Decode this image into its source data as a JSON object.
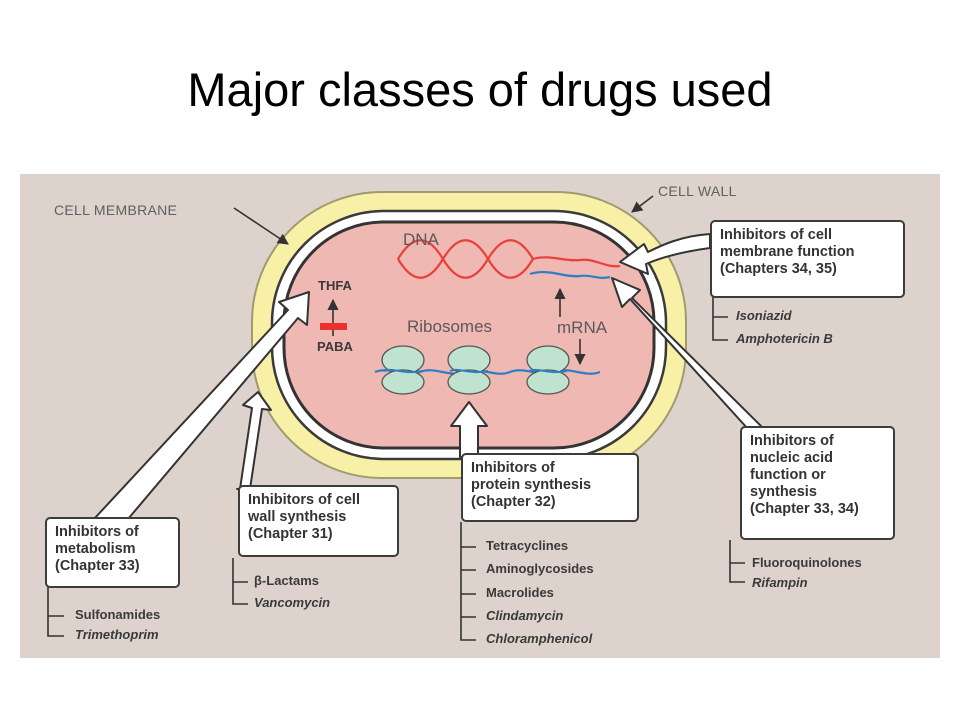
{
  "title": "Major classes of drugs used",
  "labels": {
    "cell_membrane": "CELL MEMBRANE",
    "cell_wall": "CELL WALL",
    "dna": "DNA",
    "thfa": "THFA",
    "paba": "PABA",
    "ribosomes": "Ribosomes",
    "mrna": "mRNA"
  },
  "colors": {
    "background": "#ddd3cc",
    "cell_wall": "#f7f0a6",
    "cytoplasm": "#f0b8b2",
    "dna": "#e8413c",
    "mrna": "#2b7fc4",
    "ribosome": "#bfe3cf",
    "inhibit_bar": "#e8322e"
  },
  "boxes": {
    "metabolism": {
      "lines": [
        "Inhibitors of",
        "metabolism",
        "(Chapter 33)"
      ],
      "drugs": [
        {
          "name": "Sulfonamides",
          "italic": false
        },
        {
          "name": "Trimethoprim",
          "italic": true
        }
      ]
    },
    "cell_wall": {
      "lines": [
        "Inhibitors of cell",
        "wall synthesis",
        "(Chapter 31)"
      ],
      "drugs": [
        {
          "name": "β-Lactams",
          "italic": false
        },
        {
          "name": "Vancomycin",
          "italic": true
        }
      ]
    },
    "protein": {
      "lines": [
        "Inhibitors of",
        "protein synthesis",
        "(Chapter 32)"
      ],
      "drugs": [
        {
          "name": "Tetracyclines",
          "italic": false
        },
        {
          "name": "Aminoglycosides",
          "italic": false
        },
        {
          "name": "Macrolides",
          "italic": false
        },
        {
          "name": "Clindamycin",
          "italic": true
        },
        {
          "name": "Chloramphenicol",
          "italic": true
        }
      ]
    },
    "nucleic": {
      "lines": [
        "Inhibitors of",
        "nucleic acid",
        "function or",
        "synthesis",
        "(Chapter 33, 34)"
      ],
      "drugs": [
        {
          "name": "Fluoroquinolones",
          "italic": false
        },
        {
          "name": "Rifampin",
          "italic": true
        }
      ]
    },
    "membrane": {
      "lines": [
        "Inhibitors of cell",
        "membrane function",
        "(Chapters 34, 35)"
      ],
      "drugs": [
        {
          "name": "Isoniazid",
          "italic": true
        },
        {
          "name": "Amphotericin B",
          "italic": true
        }
      ]
    }
  }
}
